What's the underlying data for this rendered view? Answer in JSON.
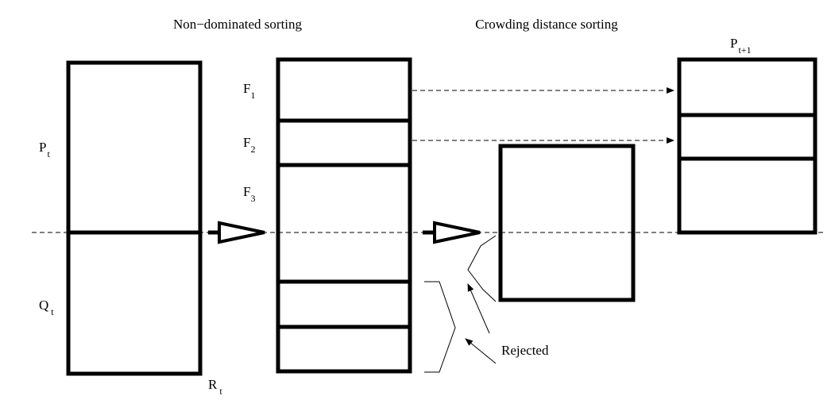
{
  "diagram": {
    "headings": {
      "non_dominated": "Non−dominated sorting",
      "crowding": "Crowding distance sorting"
    },
    "labels": {
      "P": "P",
      "P_sub": "t",
      "Q": "Q",
      "Q_sub": "t",
      "R": "R",
      "R_sub": "t",
      "F1": "F",
      "F1_sub": "1",
      "F2": "F",
      "F2_sub": "2",
      "F3": "F",
      "F3_sub": "3",
      "Pnext": "P",
      "Pnext_sub": "t+1",
      "rejected": "Rejected"
    },
    "colors": {
      "stroke": "#000000",
      "background": "#ffffff"
    }
  }
}
